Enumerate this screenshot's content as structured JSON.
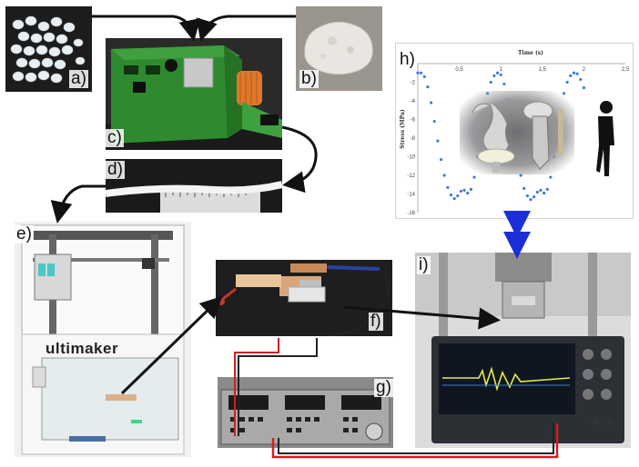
{
  "labels": {
    "a": "a)",
    "b": "b)",
    "c": "c)",
    "d": "d)",
    "e": "e)",
    "f": "f)",
    "g": "g)",
    "h": "h)",
    "i": "i)"
  },
  "printer_brand": "ultimaker",
  "chart_data": {
    "type": "scatter",
    "xlabel": "Time (s)",
    "ylabel": "Stress (MPa)",
    "xlim": [
      0,
      2.5
    ],
    "ylim": [
      -16,
      0
    ],
    "x_ticks": [
      "0,5",
      "1",
      "1,5",
      "2",
      "2,5"
    ],
    "y_ticks": [
      "-2",
      "-4",
      "-6",
      "-8",
      "-10",
      "-12",
      "-14",
      "-16"
    ],
    "x_tick_values": [
      0.5,
      1,
      1.5,
      2,
      2.5
    ],
    "y_tick_values": [
      -2,
      -4,
      -6,
      -8,
      -10,
      -12,
      -14,
      -16
    ],
    "series": [
      {
        "points": [
          [
            0.0,
            -1.0
          ],
          [
            0.04,
            -1.0
          ],
          [
            0.08,
            -1.4
          ],
          [
            0.12,
            -2.5
          ],
          [
            0.16,
            -4.2
          ],
          [
            0.2,
            -6.2
          ],
          [
            0.24,
            -8.3
          ],
          [
            0.28,
            -10.3
          ],
          [
            0.32,
            -12.0
          ],
          [
            0.36,
            -13.3
          ],
          [
            0.4,
            -14.1
          ],
          [
            0.44,
            -14.5
          ],
          [
            0.48,
            -14.2
          ],
          [
            0.52,
            -13.7
          ],
          [
            0.56,
            -13.6
          ],
          [
            0.6,
            -13.9
          ],
          [
            0.64,
            -13.5
          ],
          [
            0.68,
            -12.2
          ],
          [
            0.72,
            -10.0
          ],
          [
            0.76,
            -7.4
          ],
          [
            0.8,
            -5.0
          ],
          [
            0.84,
            -3.2
          ],
          [
            0.88,
            -2.0
          ],
          [
            0.92,
            -1.3
          ],
          [
            0.96,
            -1.0
          ],
          [
            1.0,
            -1.2
          ],
          [
            1.04,
            -2.2
          ],
          [
            1.08,
            -3.9
          ],
          [
            1.12,
            -6.0
          ],
          [
            1.16,
            -8.2
          ],
          [
            1.2,
            -10.3
          ],
          [
            1.24,
            -12.0
          ],
          [
            1.28,
            -13.4
          ],
          [
            1.32,
            -14.2
          ],
          [
            1.36,
            -14.6
          ],
          [
            1.4,
            -14.3
          ],
          [
            1.44,
            -13.8
          ],
          [
            1.48,
            -13.6
          ],
          [
            1.52,
            -13.9
          ],
          [
            1.56,
            -13.5
          ],
          [
            1.6,
            -12.2
          ],
          [
            1.64,
            -10.0
          ],
          [
            1.68,
            -7.4
          ],
          [
            1.72,
            -5.0
          ],
          [
            1.76,
            -3.2
          ],
          [
            1.8,
            -2.0
          ],
          [
            1.84,
            -1.3
          ],
          [
            1.88,
            -1.0
          ],
          [
            1.92,
            -1.1
          ],
          [
            1.96,
            -1.7
          ],
          [
            2.0,
            -2.6
          ]
        ]
      }
    ]
  }
}
